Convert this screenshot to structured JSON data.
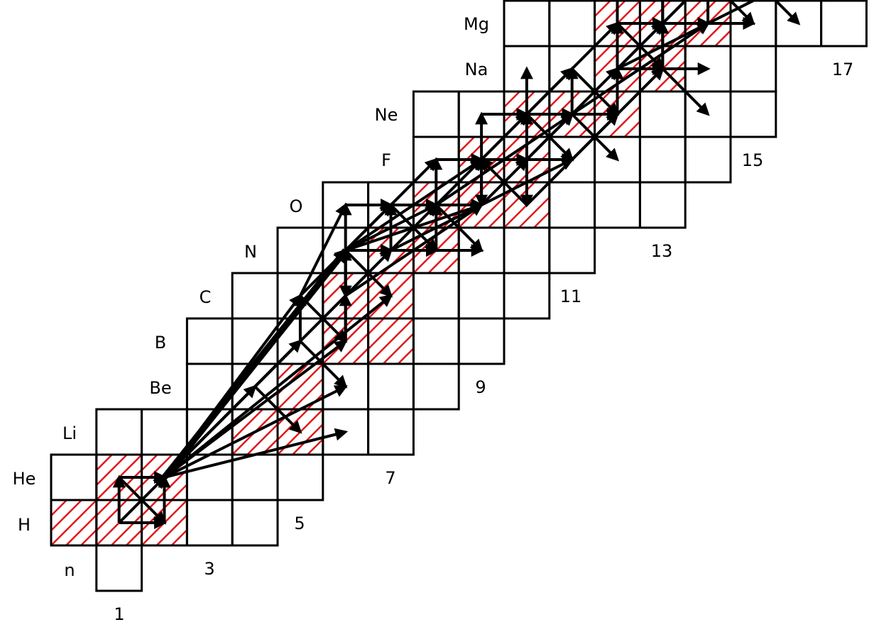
{
  "element_labels": [
    "n",
    "H",
    "He",
    "Li",
    "Be",
    "B",
    "C",
    "N",
    "O",
    "F",
    "Ne",
    "Na",
    "Mg"
  ],
  "neutron_number_labels": [
    "1",
    "3",
    "5",
    "7",
    "9",
    "11",
    "13",
    "15",
    "17"
  ],
  "colors": {
    "grid": "#000000",
    "stable_hatch": "#e0191b",
    "arrows": "#000000"
  }
}
